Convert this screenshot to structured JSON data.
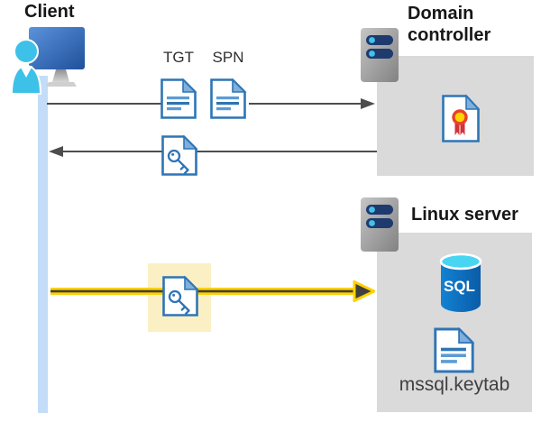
{
  "client": {
    "label": "Client"
  },
  "domain_controller": {
    "label": "Domain controller"
  },
  "linux_server": {
    "label": "Linux server",
    "sql_label": "SQL",
    "keytab_file": "mssql.keytab"
  },
  "messages": {
    "tgt_label": "TGT",
    "spn_label": "SPN"
  },
  "icons": {
    "client": "user-with-monitor-icon",
    "domain_controller": "server-icon",
    "linux_server": "server-icon",
    "certificate": "certificate-document-icon",
    "tgt": "text-document-icon",
    "spn": "text-document-icon",
    "service_ticket": "key-document-icon",
    "sql": "sql-database-cylinder-icon",
    "keytab": "text-document-icon"
  },
  "colors": {
    "arrow_gray": "#4d4d4d",
    "arrow_yellow": "#ffd102",
    "arrow_yellow_core": "#3f3f3f",
    "highlight_yellow": "#faf0c4",
    "box_gray": "#dadada",
    "lifeline_blue": "#c3dcf8",
    "doc_border_blue": "#2e75b6",
    "doc_line_blue": "#5b9bd5",
    "server_navy": "#1e3a6e",
    "server_dot_cyan": "#41c3e8",
    "sql_body_blue": "#0e6fbf",
    "sql_top_cyan": "#48d5f2",
    "cert_ring_red": "#e8412c",
    "cert_gold": "#ffd400",
    "cert_ribbon_red": "#d13438",
    "person_cyan": "#3ec1e9"
  }
}
